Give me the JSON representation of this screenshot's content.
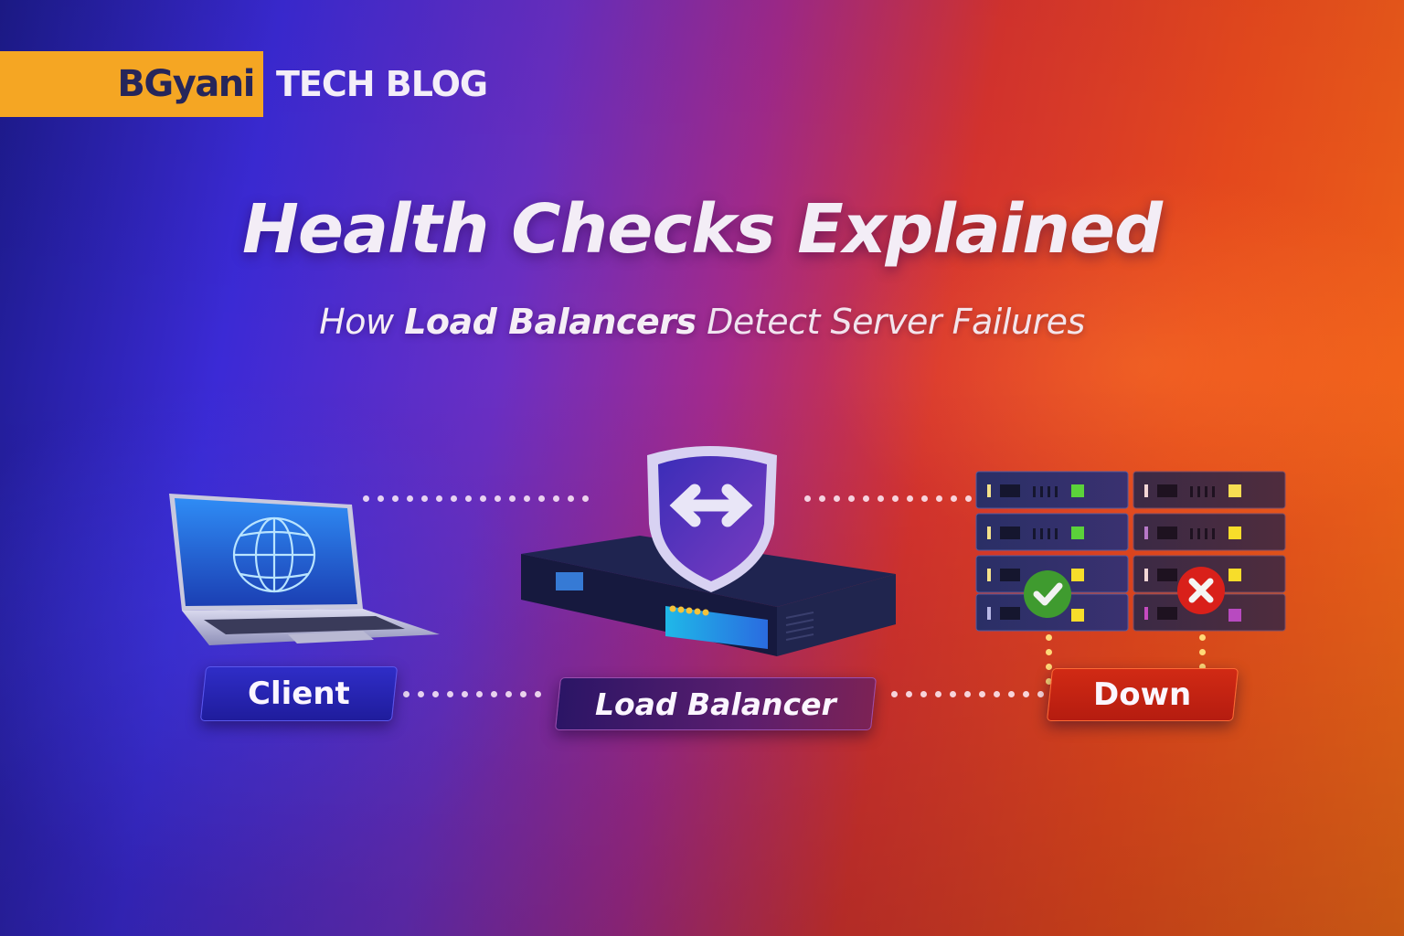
{
  "brand": {
    "name": "BGyani",
    "tag": "TECH BLOG",
    "box_color": "#f5a623",
    "name_color": "#26265a"
  },
  "headline": {
    "title": "Health Checks Explained",
    "subtitle_parts": [
      "How ",
      "Load Balancers",
      " Detect Server Failures"
    ]
  },
  "diagram": {
    "nodes": [
      {
        "id": "client",
        "label": "Client",
        "icon": "laptop-globe-icon"
      },
      {
        "id": "load-balancer",
        "label": "Load Balancer",
        "icon": "shield-arrows-icon"
      },
      {
        "id": "servers",
        "label": "Down",
        "icon": "server-rack-icon"
      }
    ],
    "server_status": [
      {
        "rack": "left",
        "status": "healthy",
        "badge": "check-icon",
        "badge_color": "#3f9b2f"
      },
      {
        "rack": "right",
        "status": "down",
        "badge": "x-icon",
        "badge_color": "#d9201a"
      }
    ]
  },
  "colors": {
    "bg_left": "#1c1a8a",
    "bg_mid": "#a32a8c",
    "bg_right": "#f26a18"
  }
}
